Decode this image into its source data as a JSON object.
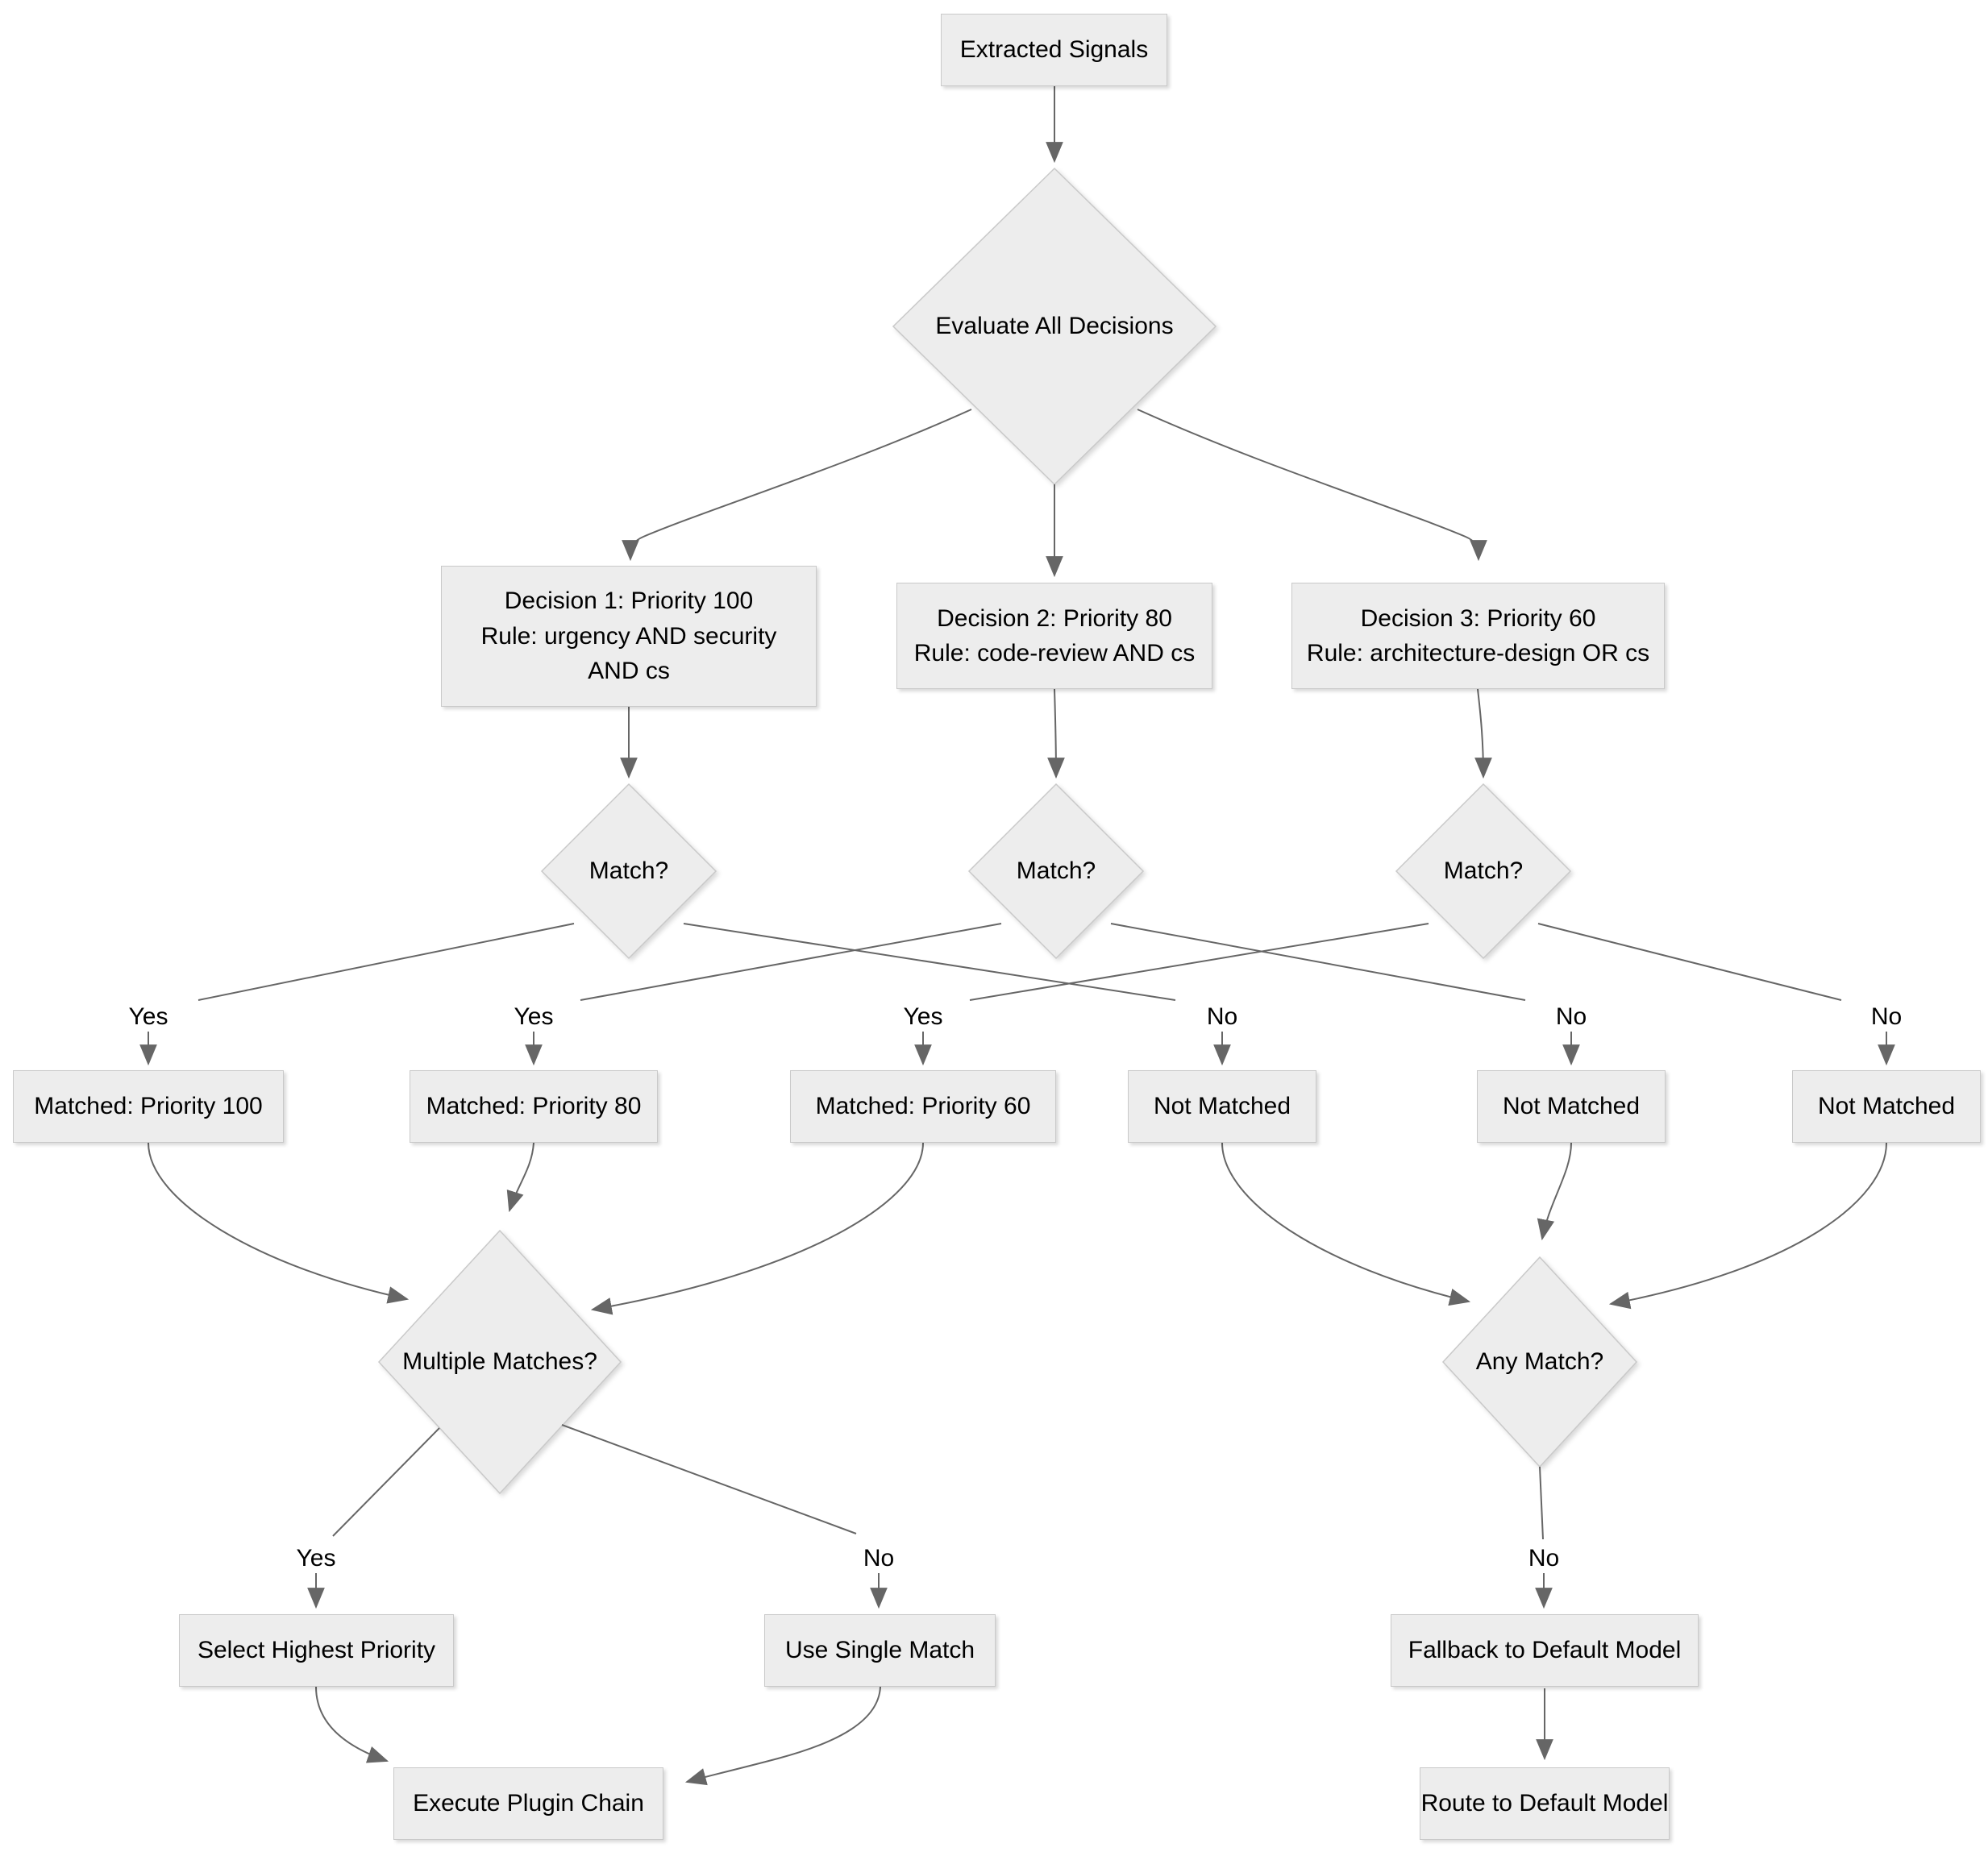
{
  "diagram": {
    "nodes": {
      "extracted": {
        "label": "Extracted Signals"
      },
      "evaluate": {
        "label": "Evaluate All Decisions"
      },
      "decision1": {
        "lines": [
          "Decision 1: Priority 100",
          "Rule: urgency AND security",
          "AND cs"
        ]
      },
      "decision2": {
        "lines": [
          "Decision 2: Priority 80",
          "Rule: code-review AND cs"
        ]
      },
      "decision3": {
        "lines": [
          "Decision 3: Priority 60",
          "Rule: architecture-design OR cs"
        ]
      },
      "match1": {
        "label": "Match?"
      },
      "match2": {
        "label": "Match?"
      },
      "match3": {
        "label": "Match?"
      },
      "matched100": {
        "label": "Matched: Priority 100"
      },
      "matched80": {
        "label": "Matched: Priority 80"
      },
      "matched60": {
        "label": "Matched: Priority 60"
      },
      "notmatched1": {
        "label": "Not Matched"
      },
      "notmatched2": {
        "label": "Not Matched"
      },
      "notmatched3": {
        "label": "Not Matched"
      },
      "multiple": {
        "label": "Multiple Matches?"
      },
      "anymatch": {
        "label": "Any Match?"
      },
      "select": {
        "label": "Select Highest Priority"
      },
      "single": {
        "label": "Use Single Match"
      },
      "execute": {
        "label": "Execute Plugin Chain"
      },
      "fallback": {
        "label": "Fallback to Default Model"
      },
      "route": {
        "label": "Route to Default Model"
      }
    },
    "edge_labels": {
      "yes": "Yes",
      "no": "No"
    },
    "colors": {
      "node_fill": "#ededed",
      "node_border": "#c9c9c9",
      "edge": "#666666",
      "text": "#000000",
      "background": "#ffffff"
    }
  }
}
